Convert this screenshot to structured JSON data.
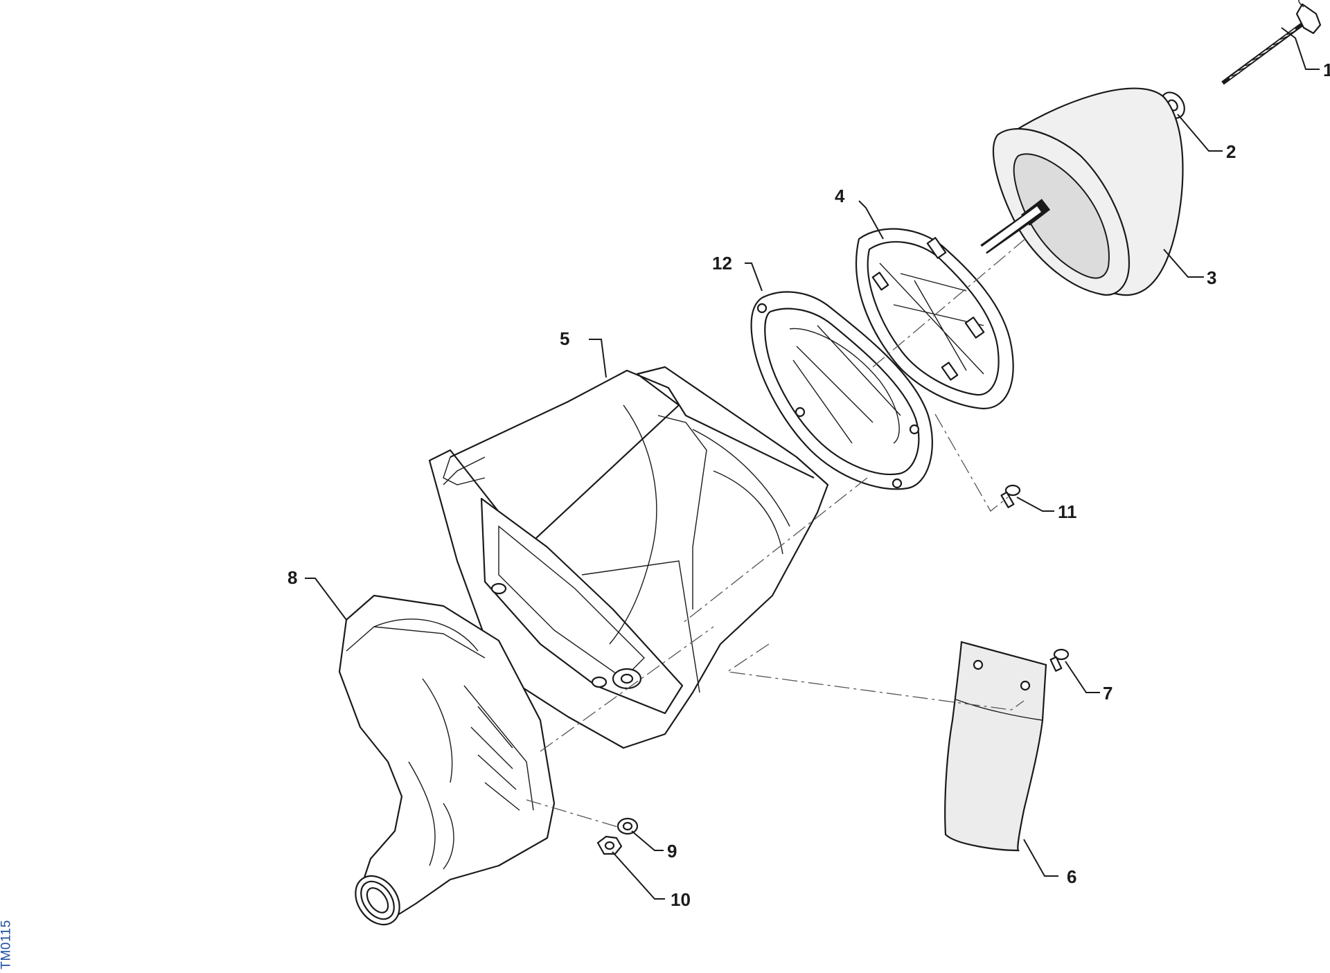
{
  "drawing_code": "TM0115",
  "colors": {
    "line": "#1a1a1a",
    "foam": "#f0f0f0",
    "code_text": "#1f4fa0"
  },
  "callouts": [
    {
      "id": "1",
      "label": "1"
    },
    {
      "id": "2",
      "label": "2"
    },
    {
      "id": "3",
      "label": "3"
    },
    {
      "id": "4",
      "label": "4"
    },
    {
      "id": "5",
      "label": "5"
    },
    {
      "id": "6",
      "label": "6"
    },
    {
      "id": "7",
      "label": "7"
    },
    {
      "id": "8",
      "label": "8"
    },
    {
      "id": "9",
      "label": "9"
    },
    {
      "id": "10",
      "label": "10"
    },
    {
      "id": "11",
      "label": "11"
    },
    {
      "id": "12",
      "label": "12"
    }
  ]
}
